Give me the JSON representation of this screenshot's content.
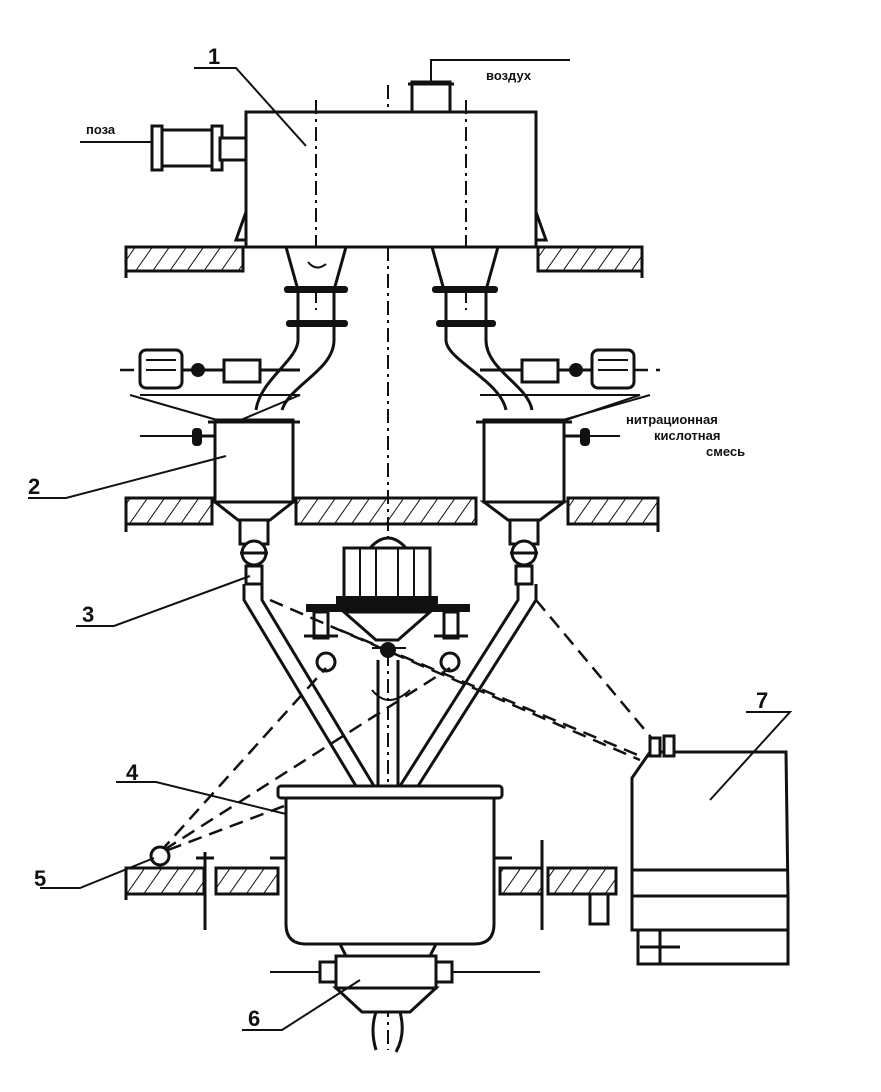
{
  "numbers": {
    "n1": "1",
    "n2": "2",
    "n3": "3",
    "n4": "4",
    "n5": "5",
    "n6": "6",
    "n7": "7"
  },
  "notes": {
    "air": "воздух",
    "left_inlet": "поза",
    "mixture_line1": "нитрационная",
    "mixture_line2": "кислотная",
    "mixture_line3": "смесь"
  }
}
